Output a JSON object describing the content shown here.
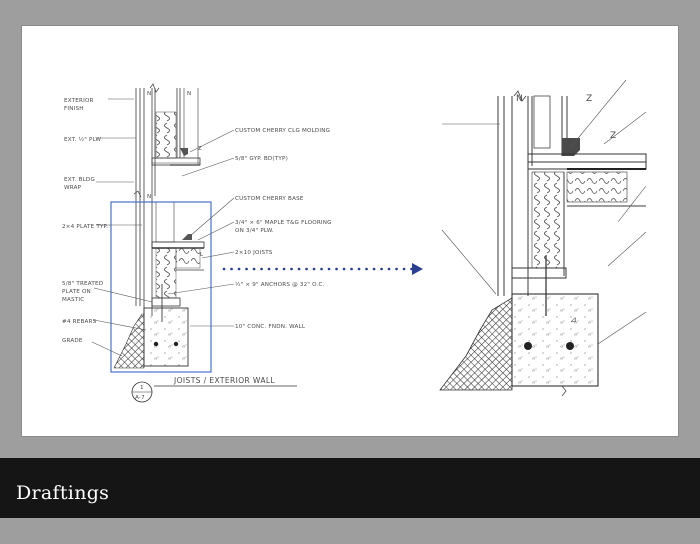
{
  "caption": "Draftings",
  "colors": {
    "sheet": "#ffffff",
    "backdrop": "#9e9e9e",
    "bar": "#151515",
    "highlight": "#3a64c8",
    "ink": "#3b3b3b"
  },
  "drawing": {
    "labels_left": [
      "EXTERIOR",
      "FINISH",
      "EXT. ½\" PLW",
      "EXT. BLDG",
      "WRAP",
      "2×4 PLATE TYP.",
      "5/8\" TREATED",
      "PLATE ON",
      "MASTIC",
      "#4 REBARS",
      "GRADE"
    ],
    "labels_right": [
      "CUSTOM CHERRY CLG MOLDING",
      "5/8\" GYP. BD(TYP)",
      "CUSTOM CHERRY BASE",
      "3/4\" × 6\" MAPLE T&G FLOORING",
      "ON 3/4\" PLW.",
      "2×10 JOISTS",
      "½\" × 9\" ANCHORS @ 32\" O.C.",
      "10\" CONC. FNDN. WALL"
    ],
    "title": "JOISTS / EXTERIOR WALL",
    "detail_number": "1",
    "sheet_number": "A-7"
  }
}
